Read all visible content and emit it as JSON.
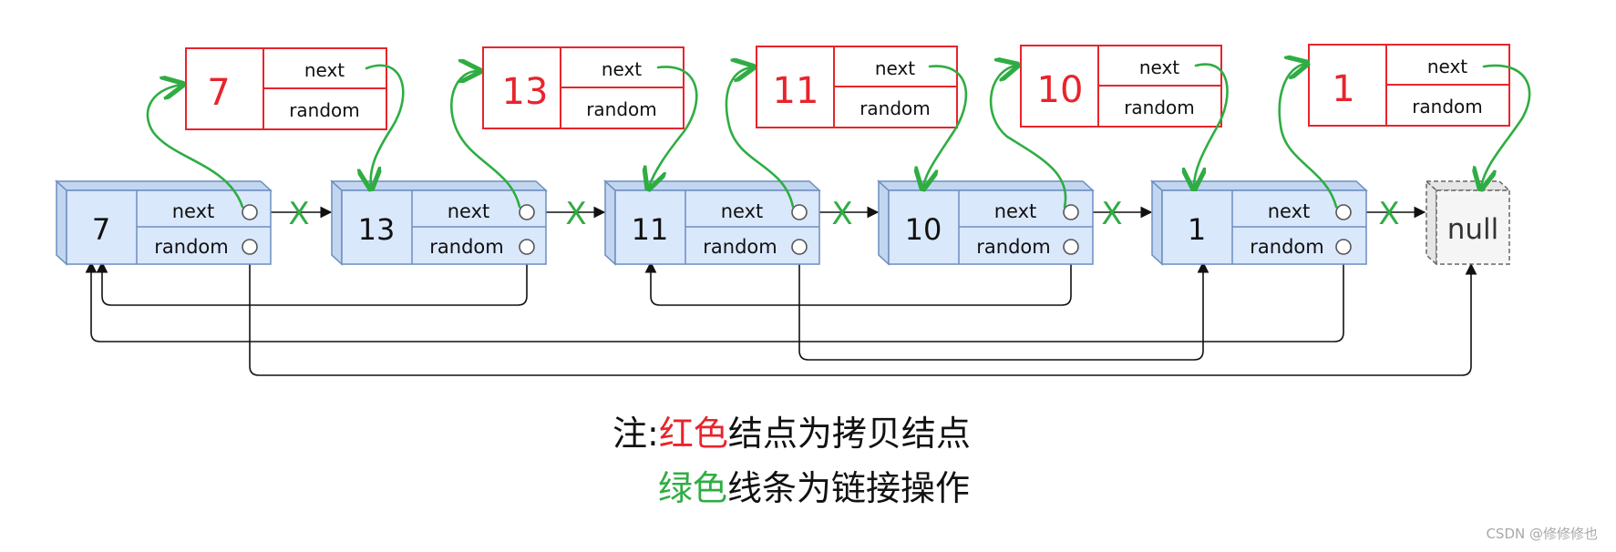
{
  "original_nodes": [
    {
      "value": "7",
      "next_label": "next",
      "random_label": "random"
    },
    {
      "value": "13",
      "next_label": "next",
      "random_label": "random"
    },
    {
      "value": "11",
      "next_label": "next",
      "random_label": "random"
    },
    {
      "value": "10",
      "next_label": "next",
      "random_label": "random"
    },
    {
      "value": "1",
      "next_label": "next",
      "random_label": "random"
    }
  ],
  "null_node": {
    "label": "null"
  },
  "copy_nodes": [
    {
      "value": "7",
      "next_label": "next",
      "random_label": "random"
    },
    {
      "value": "13",
      "next_label": "next",
      "random_label": "random"
    },
    {
      "value": "11",
      "next_label": "next",
      "random_label": "random"
    },
    {
      "value": "10",
      "next_label": "next",
      "random_label": "random"
    },
    {
      "value": "1",
      "next_label": "next",
      "random_label": "random"
    }
  ],
  "random_pointers": [
    {
      "from": "7",
      "to": "null"
    },
    {
      "from": "13",
      "to": "7"
    },
    {
      "from": "11",
      "to": "1"
    },
    {
      "from": "10",
      "to": "11"
    },
    {
      "from": "1",
      "to": "7"
    }
  ],
  "cut_marks": [
    "X",
    "X",
    "X",
    "X",
    "X"
  ],
  "legend": {
    "prefix": "注:",
    "red_word": "红色",
    "line1_rest": "结点为拷贝结点",
    "green_word": "绿色",
    "line2_rest": "线条为链接操作"
  },
  "watermark": "CSDN @修修修也",
  "colors": {
    "node_fill": "#dae8fc",
    "node_stroke": "#6c8ebf",
    "copy_stroke": "#e8242c",
    "copy_text": "#e8242c",
    "link_green": "#2fad43",
    "null_fill": "#f5f5f5",
    "null_stroke": "#666666",
    "arrow": "#111111"
  }
}
